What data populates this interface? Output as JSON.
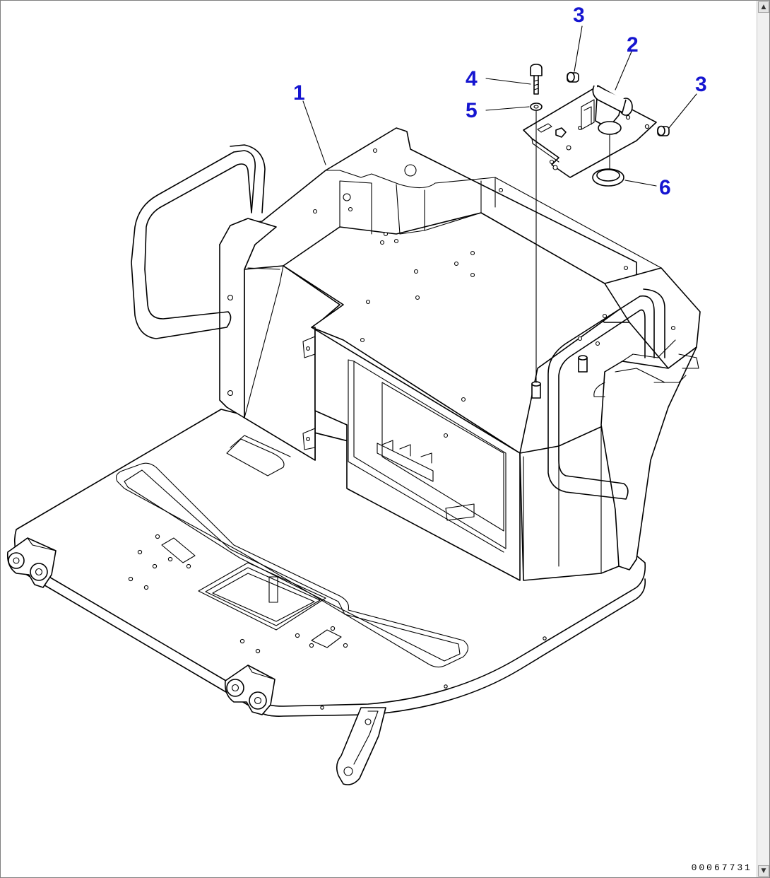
{
  "drawing": {
    "reference_code": "00067731",
    "callout_color": "#1515d0",
    "callouts": [
      {
        "id": "part-1",
        "label": "1"
      },
      {
        "id": "part-2",
        "label": "2"
      },
      {
        "id": "part-3a",
        "label": "3"
      },
      {
        "id": "part-3b",
        "label": "3"
      },
      {
        "id": "part-4",
        "label": "4"
      },
      {
        "id": "part-5",
        "label": "5"
      },
      {
        "id": "part-6",
        "label": "6"
      }
    ]
  },
  "scrollbar": {
    "up_icon": "triangle-up-icon",
    "down_icon": "triangle-down-icon",
    "up_glyph": "▲",
    "down_glyph": "▼"
  }
}
